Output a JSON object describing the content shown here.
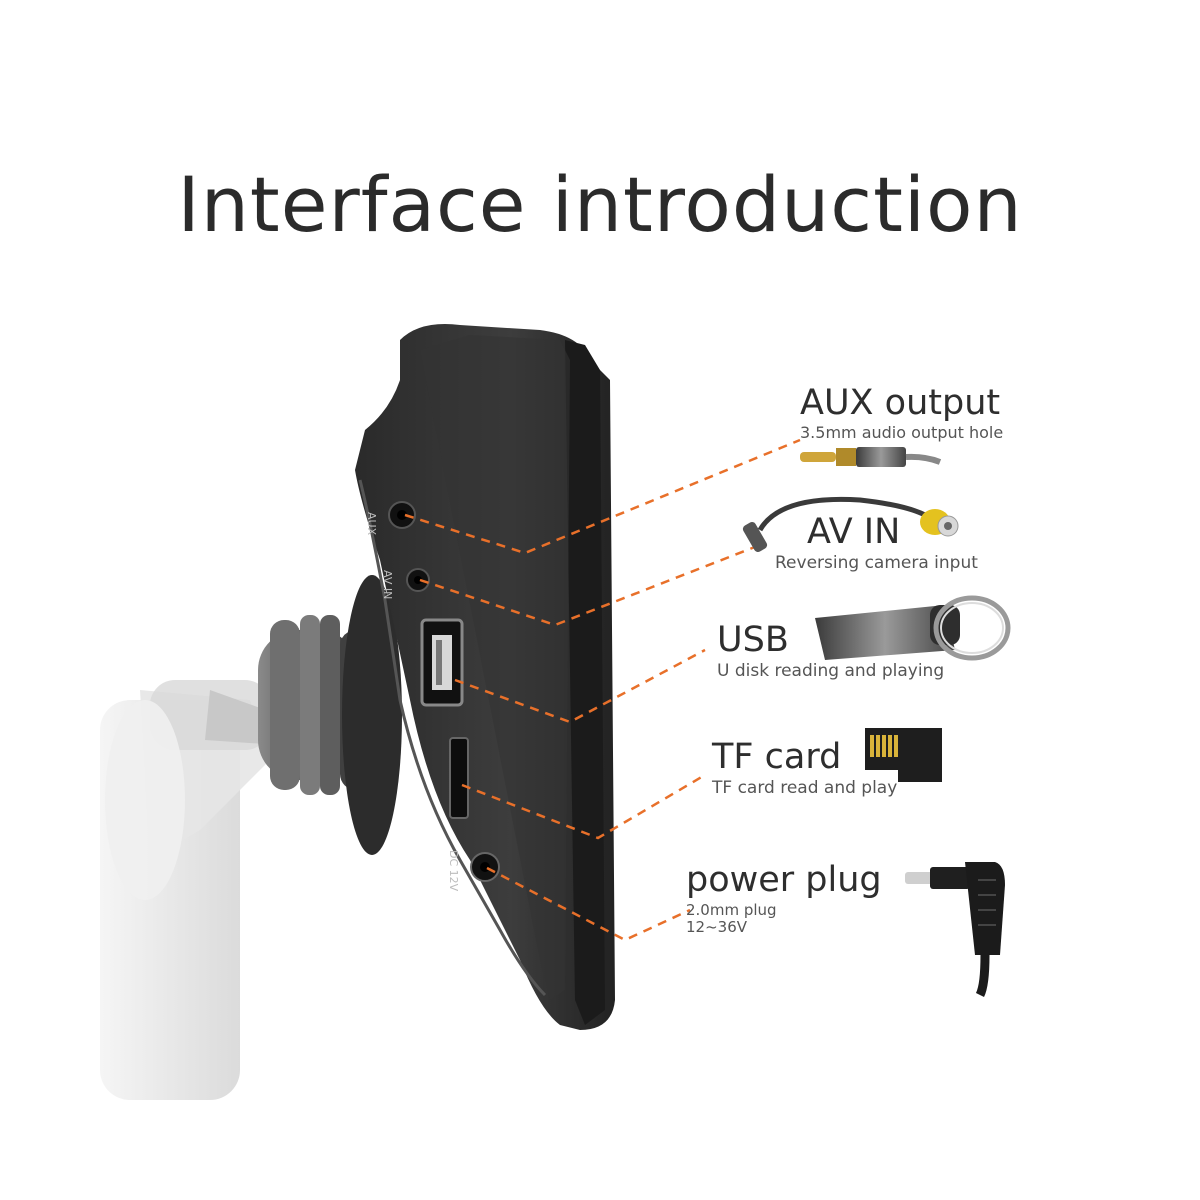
{
  "title": "Interface introduction",
  "device": {
    "port_labels": {
      "aux": "AUX",
      "av_in": "AV IN",
      "dc": "DC 12V"
    }
  },
  "ports": [
    {
      "id": "aux",
      "name": "AUX output",
      "desc": [
        "3.5mm audio output hole"
      ]
    },
    {
      "id": "av_in",
      "name": "AV IN",
      "desc": [
        "Reversing camera input"
      ]
    },
    {
      "id": "usb",
      "name": "USB",
      "desc": [
        "U disk reading and playing"
      ]
    },
    {
      "id": "tf",
      "name": "TF card",
      "desc": [
        "TF card read and play"
      ]
    },
    {
      "id": "power",
      "name": "power plug",
      "desc": [
        "2.0mm plug",
        "12~36V"
      ]
    }
  ],
  "colors": {
    "leader_line": "#e8702a",
    "device_body": "#3a3a3a",
    "text_dark": "#2b2b2b"
  }
}
